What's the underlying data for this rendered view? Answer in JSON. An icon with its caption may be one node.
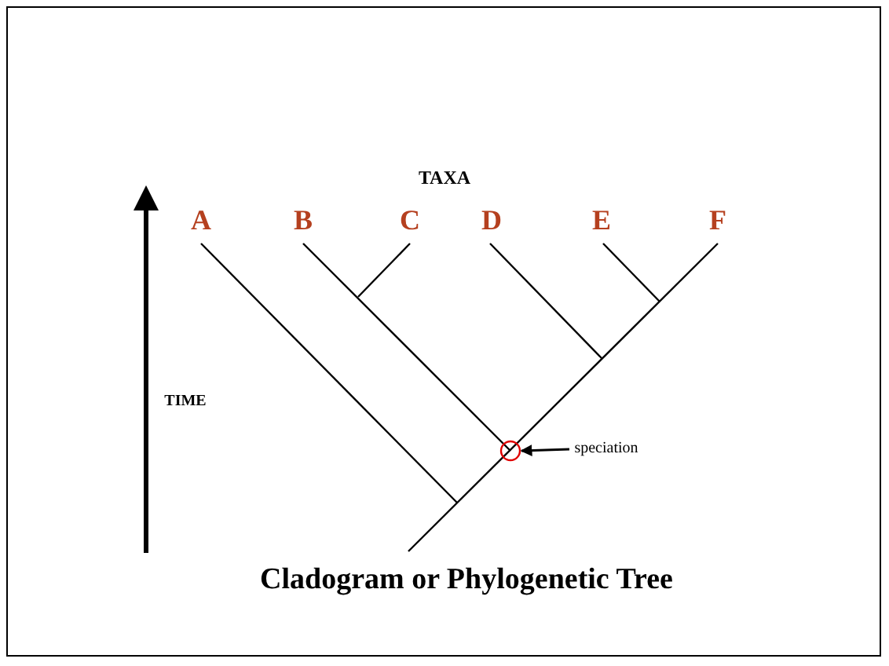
{
  "diagram": {
    "caption": "Cladogram or Phylogenetic Tree",
    "nodes": [
      {
        "text": [
          "speciation"
        ]
      },
      {
        "text": [],
        "shape": "circle"
      }
    ],
    "edges": [
      {
        "from": 0,
        "to": 1,
        "arrow": "to"
      }
    ],
    "labels": [
      "TAXA",
      "A",
      "B",
      "C",
      "D",
      "E",
      "F",
      "TIME"
    ]
  }
}
